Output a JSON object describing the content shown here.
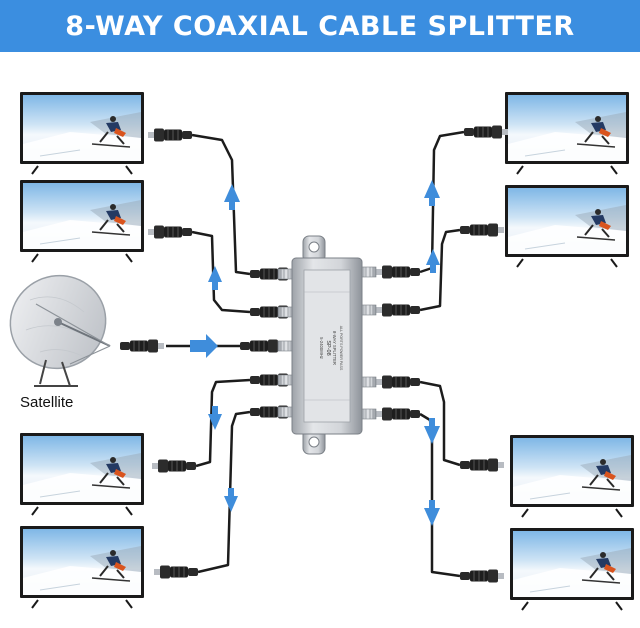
{
  "title": "8-WAY COAXIAL CABLE SPLITTER",
  "satellite_label": "Satellite",
  "splitter": {
    "model": "SP-08",
    "freq": "5-2400MHz",
    "type": "8-WAY SPLITTER",
    "note": "ALL PORTS POWER PASS"
  },
  "colors": {
    "banner": "#3b8ee0",
    "arrow": "#3f8ddb",
    "cable": "#1c1c1c",
    "splitter_body": "#c9ccd0"
  },
  "icons": [
    "tv-icon",
    "satellite-dish-icon",
    "coax-connector-icon",
    "arrow-icon"
  ]
}
